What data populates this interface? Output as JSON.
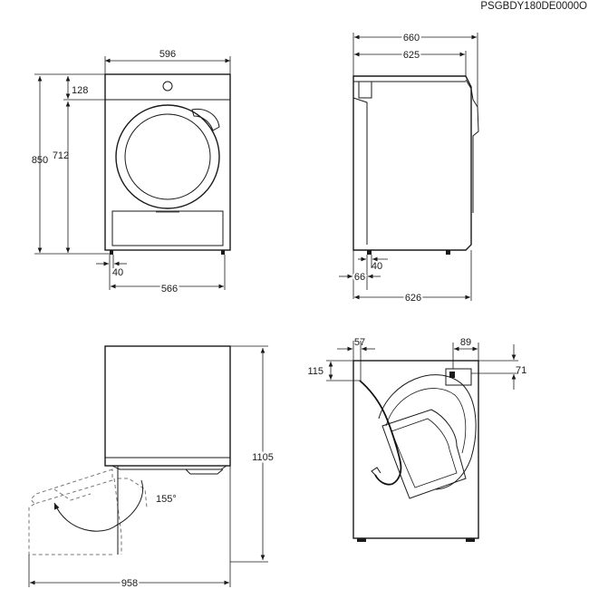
{
  "model_code": "PSGBDY180DE0000O",
  "front_view": {
    "width": "596",
    "top_panel_height": "128",
    "total_height": "850",
    "lower_height": "712",
    "foot_offset": "40",
    "foot_span": "566"
  },
  "side_view": {
    "total_depth": "660",
    "body_depth": "625",
    "foot_offset": "40",
    "rear_offset": "66",
    "foot_depth": "626"
  },
  "door_view": {
    "total_width": "958",
    "open_angle": "155°",
    "height_with_door_open": "1105"
  },
  "rear_view": {
    "hose_offset_left": "57",
    "outlet_width": "89",
    "hose_height": "115",
    "outlet_height": "71"
  }
}
